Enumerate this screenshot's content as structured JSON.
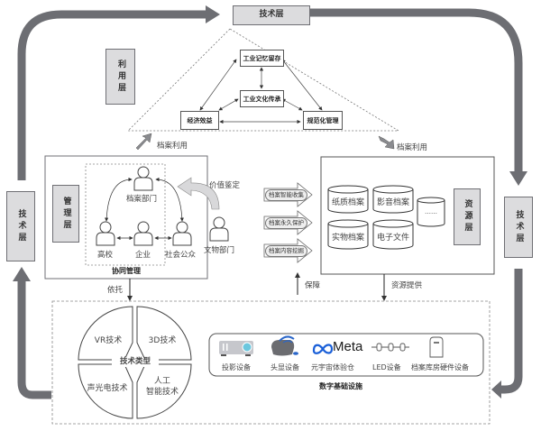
{
  "layers": {
    "tech_top": "技术层",
    "tech_left": "技术层",
    "tech_right": "技术层",
    "usage": "利用层",
    "management": "管理层",
    "resource": "资源层"
  },
  "usage_layer": {
    "nodes": {
      "memory": "工业记忆留存",
      "culture": "工业文化传承",
      "economic": "经济效益",
      "standard": "规范化管理"
    }
  },
  "flows": {
    "left_use": "档案利用",
    "right_use": "档案利用",
    "rely": "依托",
    "guarantee": "保障",
    "resource_supply": "资源提供",
    "value_appraisal": "价值鉴定"
  },
  "management": {
    "title": "协同管理",
    "actors": {
      "archive_dept": "档案部门",
      "university": "高校",
      "enterprise": "企业",
      "public": "社会公众",
      "relic_dept": "文物部门"
    }
  },
  "processes": [
    "档案智能收集",
    "档案永久保护",
    "档案内容挖掘"
  ],
  "resources": {
    "items": [
      "纸质档案",
      "影音档案",
      "实物档案",
      "电子文件",
      "……"
    ]
  },
  "technology": {
    "center": "技术类型",
    "segments": {
      "vr": "VR技术",
      "d3": "3D技术",
      "sound": "声光电技术",
      "ai_line1": "人工",
      "ai_line2": "智能技术"
    }
  },
  "infrastructure": {
    "title": "数字基础设施",
    "meta_logo": "Meta",
    "devices": [
      "投影设备",
      "头显设备",
      "元宇宙体验仓",
      "LED设备",
      "档案库房硬件设备"
    ]
  },
  "colors": {
    "arrow_gray": "#6d6e73",
    "box_fill": "#dcdcde",
    "meta_blue": "#1a5fd8",
    "projector_cyan": "#6cc7de"
  }
}
